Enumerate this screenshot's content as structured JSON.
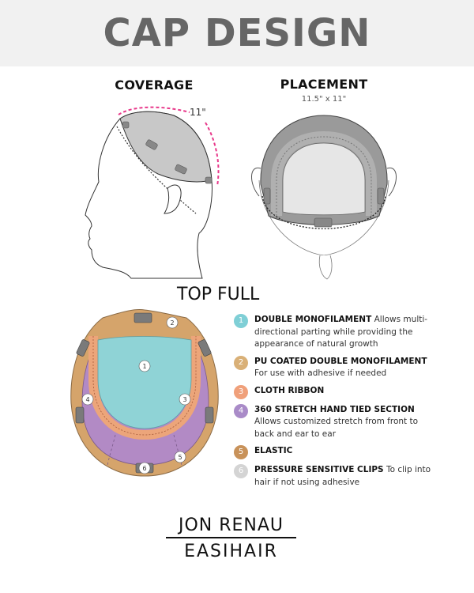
{
  "header": {
    "title": "CAP DESIGN"
  },
  "coverage": {
    "label": "COVERAGE",
    "measurement": "11\""
  },
  "placement": {
    "label": "PLACEMENT",
    "dimensions": "11.5\" x 11\""
  },
  "cap_type": {
    "label": "TOP FULL"
  },
  "diagram_markers": [
    "1",
    "2",
    "3",
    "4",
    "5",
    "6"
  ],
  "legend": [
    {
      "num": "1",
      "color": "#7fcfd6",
      "title": "DOUBLE MONOFILAMENT",
      "desc": "Allows multi-directional parting while providing the appearance of natural growth"
    },
    {
      "num": "2",
      "color": "#d9b077",
      "title": "PU COATED DOUBLE MONOFILAMENT",
      "desc": "For use with adhesive if needed"
    },
    {
      "num": "3",
      "color": "#f0a07a",
      "title": "CLOTH RIBBON",
      "desc": ""
    },
    {
      "num": "4",
      "color": "#a98bc8",
      "title": "360 STRETCH HAND TIED SECTION",
      "desc": "Allows customized stretch from front to back and ear to ear"
    },
    {
      "num": "5",
      "color": "#c8925a",
      "title": "ELASTIC",
      "desc": ""
    },
    {
      "num": "6",
      "color": "#d4d4d4",
      "title": "PRESSURE SENSITIVE CLIPS",
      "desc": "To clip into hair if not using adhesive"
    }
  ],
  "brand": {
    "line1": "JON RENAU",
    "line2": "EASIHAIR"
  },
  "colors": {
    "header_bg": "#f1f1f1",
    "title_gray": "#666666",
    "mono_teal": "#8fd3d6",
    "pu_tan": "#d8aa6c",
    "ribbon_peach": "#eea77c",
    "stretch_purple": "#b48cc6",
    "measure_pink": "#e8388a"
  }
}
